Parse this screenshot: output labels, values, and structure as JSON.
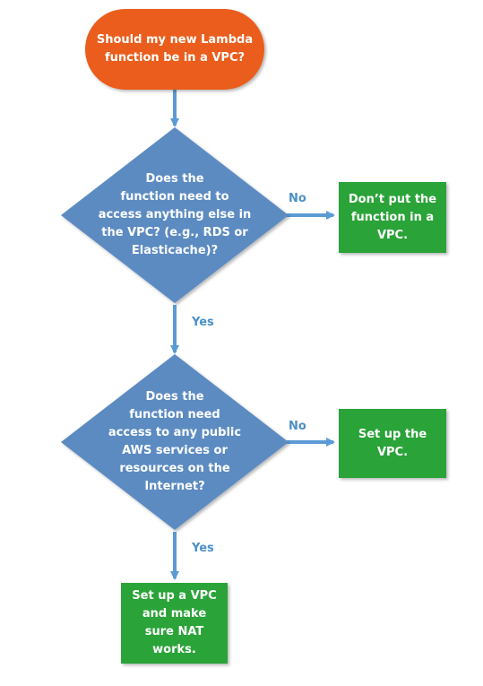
{
  "colors": {
    "start": "#ea5d1f",
    "decision": "#5b8bc2",
    "action": "#2aa338",
    "arrow": "#5b9bd5",
    "edge_label": "#4a90c8"
  },
  "start": {
    "text": "Should my new Lambda\nfunction be in a VPC?"
  },
  "decision_1": {
    "text": "Does the\nfunction need to\naccess anything else in\nthe VPC? (e.g., RDS or\nElasticache)?"
  },
  "decision_2": {
    "text": "Does the\nfunction need\naccess to any public\nAWS services or\nresources on the\nInternet?"
  },
  "action_no_vpc": {
    "text": "Don’t put the\nfunction in a\nVPC."
  },
  "action_setup_vpc": {
    "text": "Set up the\nVPC."
  },
  "action_setup_vpc_nat": {
    "text": "Set up a VPC\nand make\nsure NAT\nworks."
  },
  "edges": {
    "d1_no": "No",
    "d1_yes": "Yes",
    "d2_no": "No",
    "d2_yes": "Yes"
  }
}
